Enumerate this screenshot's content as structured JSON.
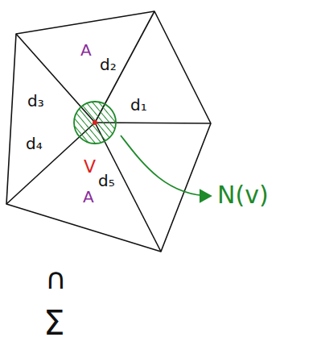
{
  "diagram": {
    "labels": [
      "A",
      "d₂",
      "d₃",
      "d₁",
      "d₄",
      "V",
      "A",
      "d₅",
      "N(v)",
      "∩",
      "Σ"
    ]
  }
}
